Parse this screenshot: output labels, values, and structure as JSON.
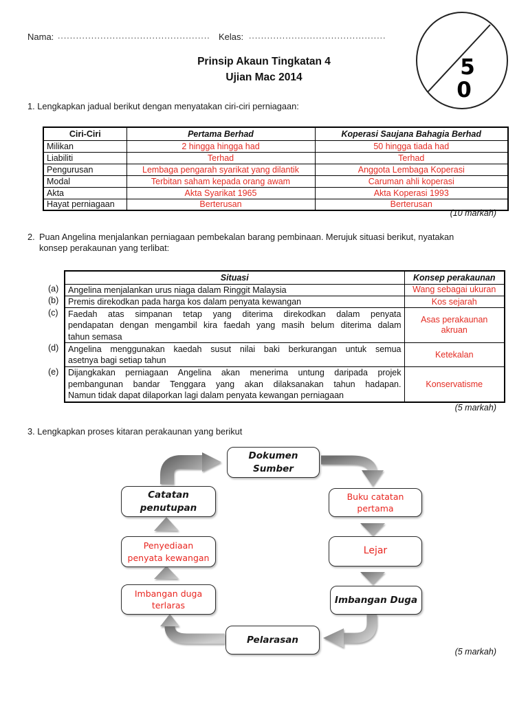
{
  "accent_red": "#e32b22",
  "header": {
    "nama_label": "Nama:",
    "nama_dots": "................................................................................",
    "kelas_label": "Kelas:",
    "kelas_dots": "................................................................................",
    "title_line1": "Prinsip Akaun Tingkatan 4",
    "title_line2": "Ujian Mac 2014",
    "marks_circle": {
      "digit_top": "5",
      "digit_bottom": "0"
    }
  },
  "q1": {
    "prompt": "1. Lengkapkan jadual berikut dengan menyatakan ciri-ciri perniagaan:",
    "table": {
      "col_headers": [
        "Ciri-Ciri",
        "Pertama Berhad",
        "Koperasi Saujana Bahagia Berhad"
      ],
      "rows": [
        {
          "label": "Milikan",
          "pertama": "2  hingga hingga had",
          "koperasi": "50 hingga tiada had"
        },
        {
          "label": "Liabiliti",
          "pertama": "Terhad",
          "koperasi": "Terhad"
        },
        {
          "label": "Pengurusan",
          "pertama": "Lembaga pengarah syarikat yang dilantik",
          "koperasi": "Anggota Lembaga Koperasi"
        },
        {
          "label": "Modal",
          "pertama": "Terbitan saham kepada orang awam",
          "koperasi": "Caruman ahli koperasi"
        },
        {
          "label": "Akta",
          "pertama": "Akta Syarikat 1965",
          "koperasi": "Akta Koperasi 1993"
        },
        {
          "label": "Hayat perniagaan",
          "pertama": "Berterusan",
          "koperasi": "Berterusan"
        }
      ]
    },
    "marks": "(10 markah)"
  },
  "q2": {
    "number": "2.",
    "prompt": "Puan Angelina menjalankan perniagaan pembekalan barang pembinaan. Merujuk situasi berikut, nyatakan\nkonsep perakaunan yang terlibat:",
    "table": {
      "col_headers": [
        "Situasi",
        "Konsep perakaunan"
      ],
      "rows": [
        {
          "id": "(a)",
          "lines": [
            "Angelina menjalankan urus niaga dalam Ringgit Malaysia"
          ],
          "konsep": "Wang sebagai ukuran"
        },
        {
          "id": "(b)",
          "lines": [
            "Premis direkodkan pada harga kos dalam penyata kewangan"
          ],
          "konsep": "Kos sejarah"
        },
        {
          "id": "(c)",
          "lines": [
            "Faedah atas simpanan tetap yang diterima direkodkan dalam penyata",
            "pendapatan dengan mengambil kira faedah yang masih belum diterima dalam",
            "tahun semasa"
          ],
          "konsep": "Asas perakaunan\nakruan"
        },
        {
          "id": "(d)",
          "lines": [
            "Angelina menggunakan kaedah susut nilai baki berkurangan untuk semua",
            "asetnya bagi setiap tahun"
          ],
          "konsep": "Ketekalan"
        },
        {
          "id": "(e)",
          "lines": [
            "Dijangkakan perniagaan Angelina akan menerima untung daripada projek",
            "pembangunan bandar Tenggara yang akan dilaksanakan tahun hadapan.",
            "Namun tidak dapat dilaporkan lagi dalam penyata kewangan perniagaan"
          ],
          "konsep": "Konservatisme"
        }
      ]
    },
    "marks": "(5 markah)"
  },
  "q3": {
    "prompt": "3. Lengkapkan proses kitaran perakaunan yang berikut",
    "nodes": {
      "dokumen_sumber": "Dokumen\nSumber",
      "buku_catatan_pertama": "Buku catatan\npertama",
      "lejar": "Lejar",
      "imbangan_duga": "Imbangan Duga",
      "pelarasan": "Pelarasan",
      "imbangan_duga_terlaras": "Imbangan duga\nterlaras",
      "penyediaan_penyata_kewangan": "Penyediaan\npenyata kewangan",
      "catatan_penutupan": "Catatan\npenutupan"
    },
    "marks": "(5 markah)"
  }
}
